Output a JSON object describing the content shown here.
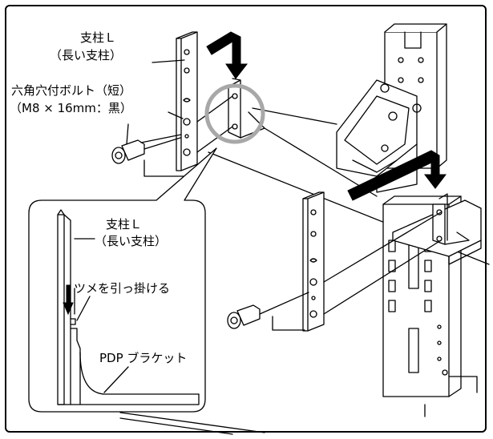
{
  "labels": {
    "pillar_main_line1": "支柱Ｌ",
    "pillar_main_line2": "（長い支柱）",
    "bolt_line1": "六角穴付ボルト（短）",
    "bolt_line2": "（M8 × 16mm：黒）",
    "inset_pillar_line1": "支柱Ｌ",
    "inset_pillar_line2": "（長い支柱）",
    "inset_hook": "ツメを引っ掛ける",
    "inset_bracket": "PDP ブラケット"
  },
  "colors": {
    "line": "#000000",
    "background": "#ffffff",
    "highlight_ring": "#a8a8a8",
    "arrow_fill": "#000000"
  }
}
